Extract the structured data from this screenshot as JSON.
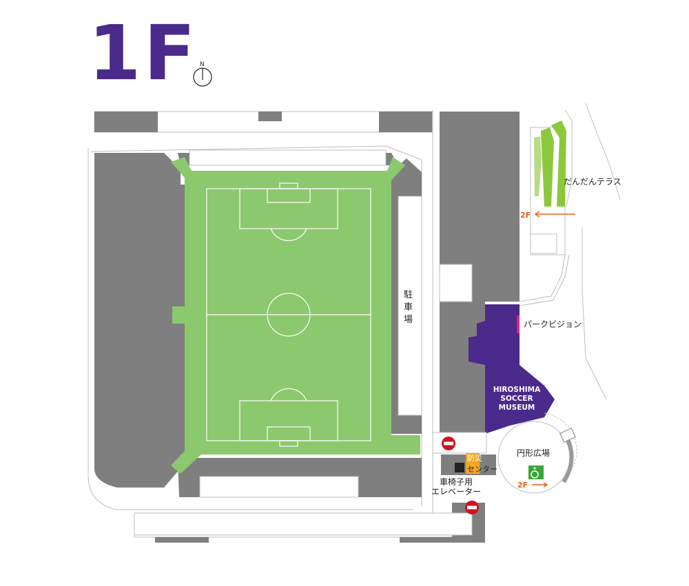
{
  "floor": "1F",
  "compass": {
    "north_label": "N"
  },
  "labels": {
    "parking": [
      "駐",
      "車",
      "場"
    ],
    "terrace": "だんだんテラス",
    "park_vision": "パークビジョン",
    "museum": [
      "HIROSHIMA",
      "SOCCER",
      "MUSEUM"
    ],
    "plaza": "円形広場",
    "disaster_center": [
      "防災",
      "センター"
    ],
    "disaster_center_badge": "防災センター",
    "wheelchair_elevator": [
      "車椅子用",
      "エレベーター"
    ],
    "to_2f_terrace": "2F",
    "to_2f_plaza": "2F"
  },
  "colors": {
    "building": "#7f7f7f",
    "pitch": "#8cc86e",
    "museum": "#4a2a8a",
    "accent_orange": "#e4611f",
    "no_entry": "#d0121b",
    "disaster_center": "#f5a623",
    "terrace_green": "#8cc83c",
    "park_vision_marker": "#d4287a",
    "accessible": "#3aa53a"
  },
  "icons": [
    "compass-icon",
    "no-entry-icon",
    "wheelchair-icon",
    "arrow-icon",
    "toilet-icon"
  ]
}
